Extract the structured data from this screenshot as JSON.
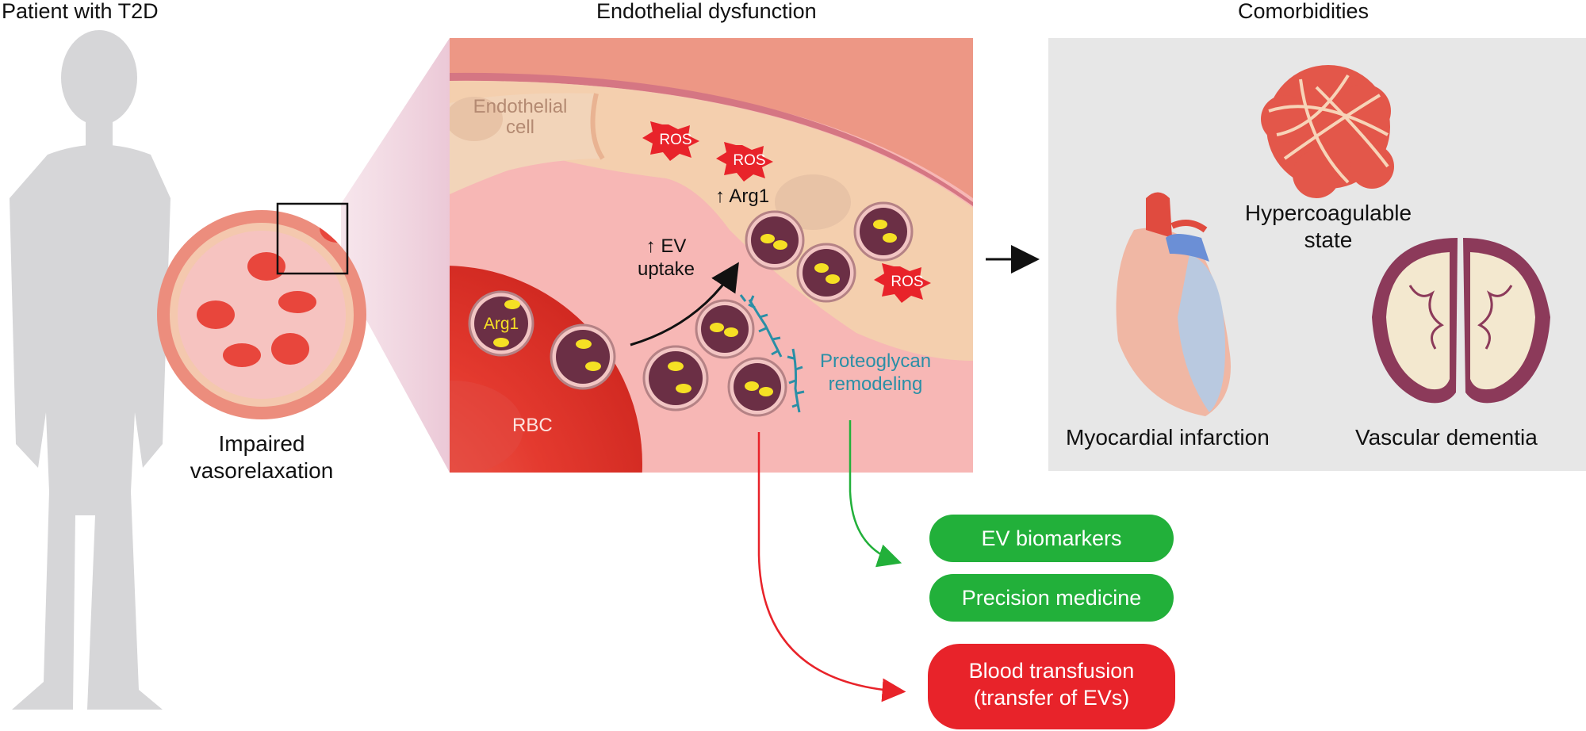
{
  "patient": {
    "title": "Patient with T2D",
    "caption_line1": "Impaired",
    "caption_line2": "vasorelaxation"
  },
  "endothelial": {
    "title": "Endothelial dysfunction",
    "endothelial_cell_line1": "Endothelial",
    "endothelial_cell_line2": "cell",
    "ros": [
      "ROS",
      "ROS",
      "ROS"
    ],
    "arg1_up": "↑ Arg1",
    "ev_uptake_line1": "↑ EV",
    "ev_uptake_line2": "uptake",
    "arg1_label": "Arg1",
    "rbc_label": "RBC",
    "proteoglycan_line1": "Proteoglycan",
    "proteoglycan_line2": "remodeling"
  },
  "comorbidities": {
    "title": "Comorbidities",
    "hypercoag_line1": "Hypercoagulable",
    "hypercoag_line2": "state",
    "mi": "Myocardial infarction",
    "dementia": "Vascular dementia"
  },
  "outcomes": {
    "ev_biomarkers": "EV biomarkers",
    "precision_medicine": "Precision medicine",
    "transfusion_line1": "Blood transfusion",
    "transfusion_line2": "(transfer of EVs)"
  },
  "colors": {
    "green": "#22b03a",
    "red": "#e8232a",
    "teal": "#2a8fa6",
    "ros": "#e8232a"
  }
}
